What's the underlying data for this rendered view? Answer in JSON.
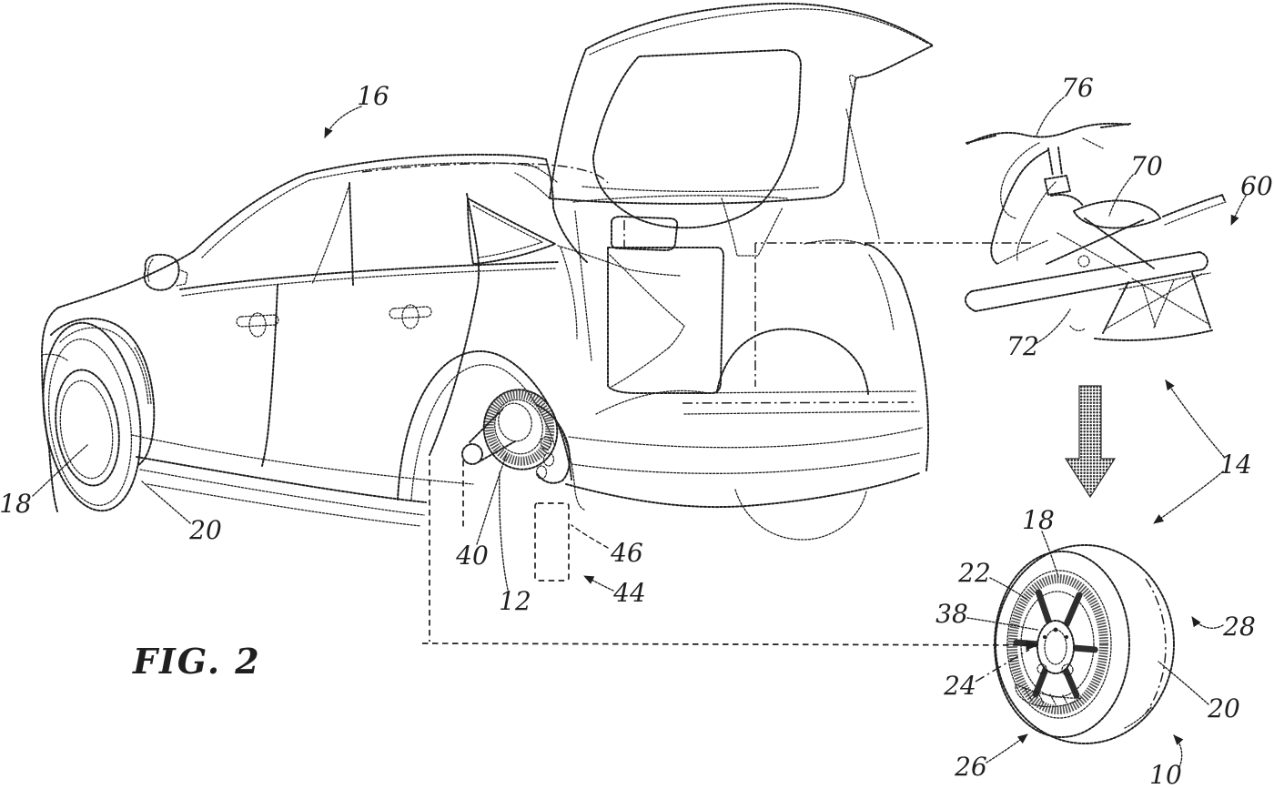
{
  "figure": {
    "caption": "FIG. 2"
  },
  "colors": {
    "ink": "#1f1f1f",
    "paper": "#ffffff"
  },
  "icons": {
    "down_arrow": "▼"
  },
  "labels": [
    {
      "text": "16"
    },
    {
      "text": "18"
    },
    {
      "text": "20"
    },
    {
      "text": "40"
    },
    {
      "text": "12"
    },
    {
      "text": "46"
    },
    {
      "text": "44"
    },
    {
      "text": "76"
    },
    {
      "text": "70"
    },
    {
      "text": "60"
    },
    {
      "text": "72"
    },
    {
      "text": "14"
    },
    {
      "text": "18"
    },
    {
      "text": "22"
    },
    {
      "text": "38"
    },
    {
      "text": "24"
    },
    {
      "text": "26"
    },
    {
      "text": "28"
    },
    {
      "text": "20"
    },
    {
      "text": "10"
    }
  ]
}
